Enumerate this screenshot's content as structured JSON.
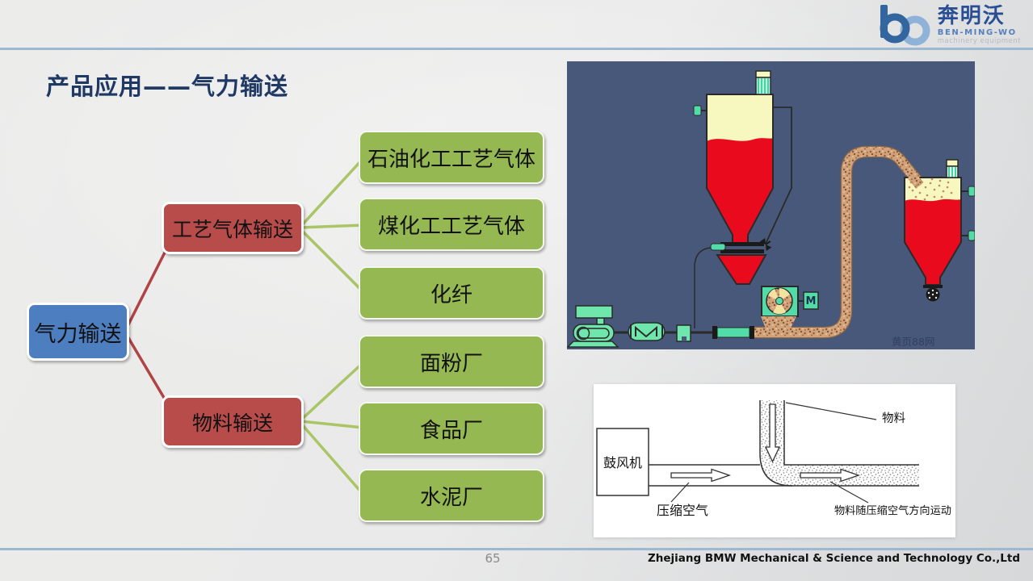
{
  "logo": {
    "cn": "奔明沃",
    "en": "BEN-MING-WO",
    "sub": "machinery equipment"
  },
  "title": "产品应用——气力输送",
  "flowchart": {
    "root": "气力输送",
    "branch1": {
      "label": "工艺气体输送",
      "children": [
        "石油化工工艺气体",
        "煤化工工艺气体",
        "化纤"
      ]
    },
    "branch2": {
      "label": "物料输送",
      "children": [
        "面粉厂",
        "食品厂",
        "水泥厂"
      ]
    },
    "colors": {
      "root": "#4d7ec0",
      "branch": "#b84c4b",
      "leaf": "#95b853",
      "root_line": "#b04345",
      "leaf_line": "#a9c566"
    }
  },
  "conveying_diagram": {
    "motor_label": "M",
    "watermark": "黄页88网"
  },
  "principle_diagram": {
    "blower": "鼓风机",
    "material": "物料",
    "compressed_air": "压缩空气",
    "flow_note": "物料随压缩空气方向运动"
  },
  "footer": {
    "page": "65",
    "company": "Zhejiang BMW Mechanical & Science and Technology Co.,Ltd"
  }
}
